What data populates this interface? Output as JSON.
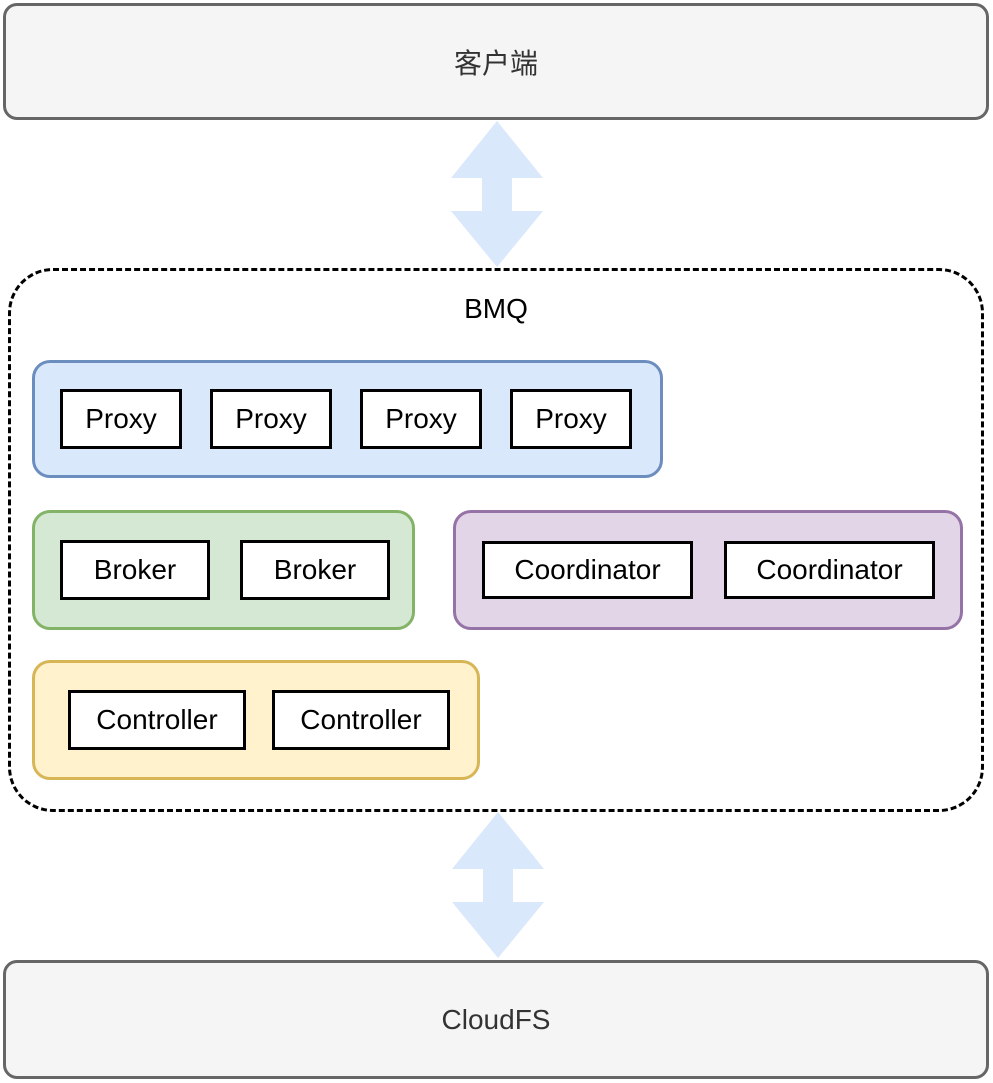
{
  "client": {
    "label": "客户端"
  },
  "bmq": {
    "label": "BMQ",
    "proxy_group": {
      "items": [
        "Proxy",
        "Proxy",
        "Proxy",
        "Proxy"
      ],
      "fill": "#dae8fc",
      "stroke": "#6c8ebf"
    },
    "broker_group": {
      "items": [
        "Broker",
        "Broker"
      ],
      "fill": "#d5e8d4",
      "stroke": "#82b366"
    },
    "coordinator_group": {
      "items": [
        "Coordinator",
        "Coordinator"
      ],
      "fill": "#e1d5e7",
      "stroke": "#9673a6"
    },
    "controller_group": {
      "items": [
        "Controller",
        "Controller"
      ],
      "fill": "#fff2cc",
      "stroke": "#d6b656"
    }
  },
  "cloudfs": {
    "label": "CloudFS"
  },
  "colors": {
    "endpoint_fill": "#f5f5f5",
    "endpoint_stroke": "#666666",
    "boundary_stroke": "#000000",
    "arrow_fill": "#dae8fc",
    "node_fill": "#ffffff",
    "node_stroke": "#000000"
  }
}
